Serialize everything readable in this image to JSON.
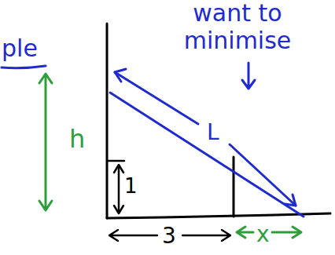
{
  "diagram": {
    "labels": [
      "ple",
      "want to minimise",
      "L",
      "h",
      "1",
      "3",
      "x"
    ]
  }
}
